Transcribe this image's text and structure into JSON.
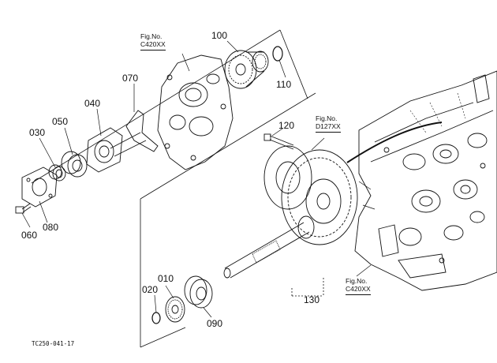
{
  "parts": [
    {
      "number": "010"
    },
    {
      "number": "020"
    },
    {
      "number": "030"
    },
    {
      "number": "040"
    },
    {
      "number": "050"
    },
    {
      "number": "060"
    },
    {
      "number": "070"
    },
    {
      "number": "080"
    },
    {
      "number": "090"
    },
    {
      "number": "100"
    },
    {
      "number": "110"
    },
    {
      "number": "120"
    },
    {
      "number": "130"
    }
  ],
  "fig_refs": [
    {
      "prefix": "Fig.No.",
      "code": "C420XX"
    },
    {
      "prefix": "Fig.No.",
      "code": "D127XX"
    },
    {
      "prefix": "Fig.No.",
      "code": "C420XX"
    }
  ],
  "caption": "TC250-041-17"
}
